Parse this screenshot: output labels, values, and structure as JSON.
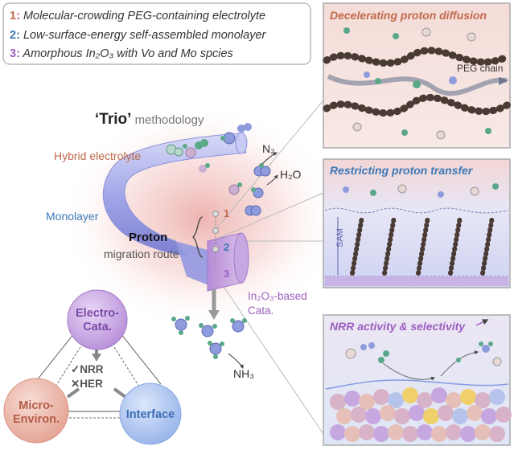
{
  "legend": {
    "items": [
      {
        "num": "1:",
        "text": "Molecular-crowding PEG-containing electrolyte",
        "color": "#c0694a"
      },
      {
        "num": "2:",
        "text": "Low-surface-energy self-assembled monolayer",
        "color": "#3d78b5"
      },
      {
        "num": "3:",
        "text": "Amorphous In₂O₃ with Vo and Mo spcies",
        "color": "#9b5fc0"
      }
    ]
  },
  "center": {
    "title_strong": "‘Trio’",
    "title_rest": " methodology",
    "hybrid": "Hybrid electrolyte",
    "monolayer": "Monolayer",
    "proton": "Proton",
    "migration": "migration route",
    "n2": "N₂",
    "h2o": "H₂O",
    "nh3": "NH₃",
    "catalyst_line1": "In₂O₃-based",
    "catalyst_line2": "Cata.",
    "steps": [
      "1",
      "2",
      "3"
    ]
  },
  "triangle": {
    "top": {
      "line1": "Electro-",
      "line2": "Cata."
    },
    "left": {
      "line1": "Micro-",
      "line2": "Environ."
    },
    "right": {
      "line1": "Interface"
    },
    "nrr": "✓NRR",
    "her": "✕HER"
  },
  "panels": {
    "p1": {
      "title": "Decelerating proton diffusion",
      "peg": "PEG chain"
    },
    "p2": {
      "title": "Restricting proton transfer",
      "sam": "SAM"
    },
    "p3": {
      "title": "NRR activity & selectivity"
    }
  },
  "colors": {
    "electrolyte": "#c0694a",
    "monolayer": "#3d78b5",
    "catalyst": "#9b5fc0",
    "green": "#3b8b6b"
  }
}
